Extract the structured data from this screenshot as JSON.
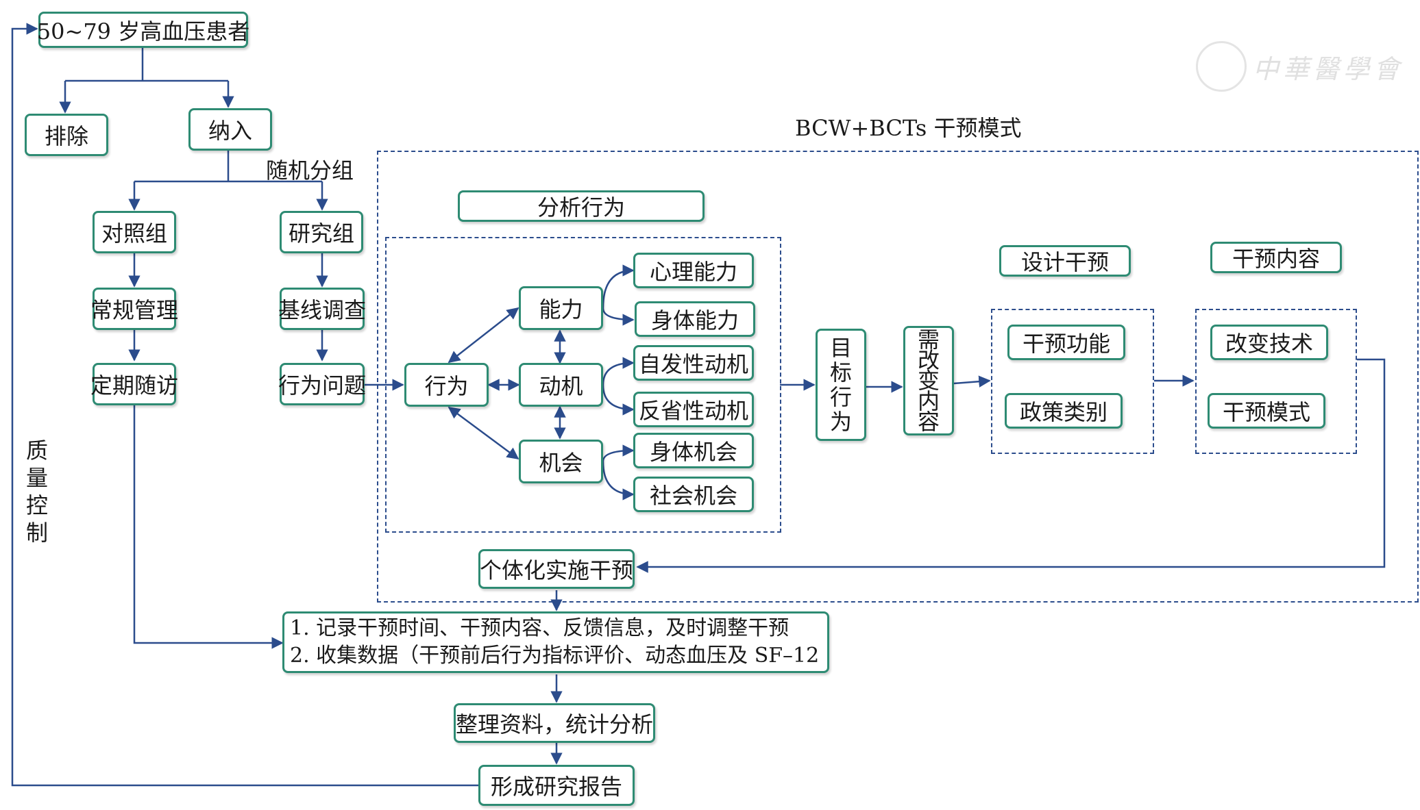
{
  "patients": "50~79 岁高血压患者",
  "exclude": "排除",
  "include": "纳入",
  "randomize": "随机分组",
  "control_group": "对照组",
  "study_group": "研究组",
  "routine_management": "常规管理",
  "regular_followup": "定期随访",
  "baseline_survey": "基线调查",
  "behavior_problem": "行为问题",
  "quality_control": [
    "质",
    "量",
    "控",
    "制"
  ],
  "model_title": "BCW+BCTs 干预模式",
  "analyze_behavior": "分析行为",
  "behavior": "行为",
  "capability": "能力",
  "motivation": "动机",
  "opportunity": "机会",
  "psych_capability": "心理能力",
  "phys_capability": "身体能力",
  "auto_motivation": "自发性动机",
  "reflect_motivation": "反省性动机",
  "phys_opportunity": "身体机会",
  "social_opportunity": "社会机会",
  "target_behavior": [
    "目",
    "标",
    "行",
    "为"
  ],
  "need_change": [
    "需",
    "改",
    "变",
    "内",
    "容"
  ],
  "design_intervention": "设计干预",
  "intervention_function": "干预功能",
  "policy_category": "政策类别",
  "intervention_content": "干预内容",
  "change_technique": "改变技术",
  "intervention_mode": "干预模式",
  "individual_intervention": "个体化实施干预",
  "notes": [
    "1. 记录干预时间、干预内容、反馈信息，及时调整干预",
    "2. 收集数据（干预前后行为指标评价、动态血压及 SF–12"
  ],
  "organize_analyze": "整理资料，统计分析",
  "form_report": "形成研究报告",
  "watermark": "中華醫學會",
  "colors": {
    "box_border": "#2e8b73",
    "line": "#2b4c8c"
  }
}
